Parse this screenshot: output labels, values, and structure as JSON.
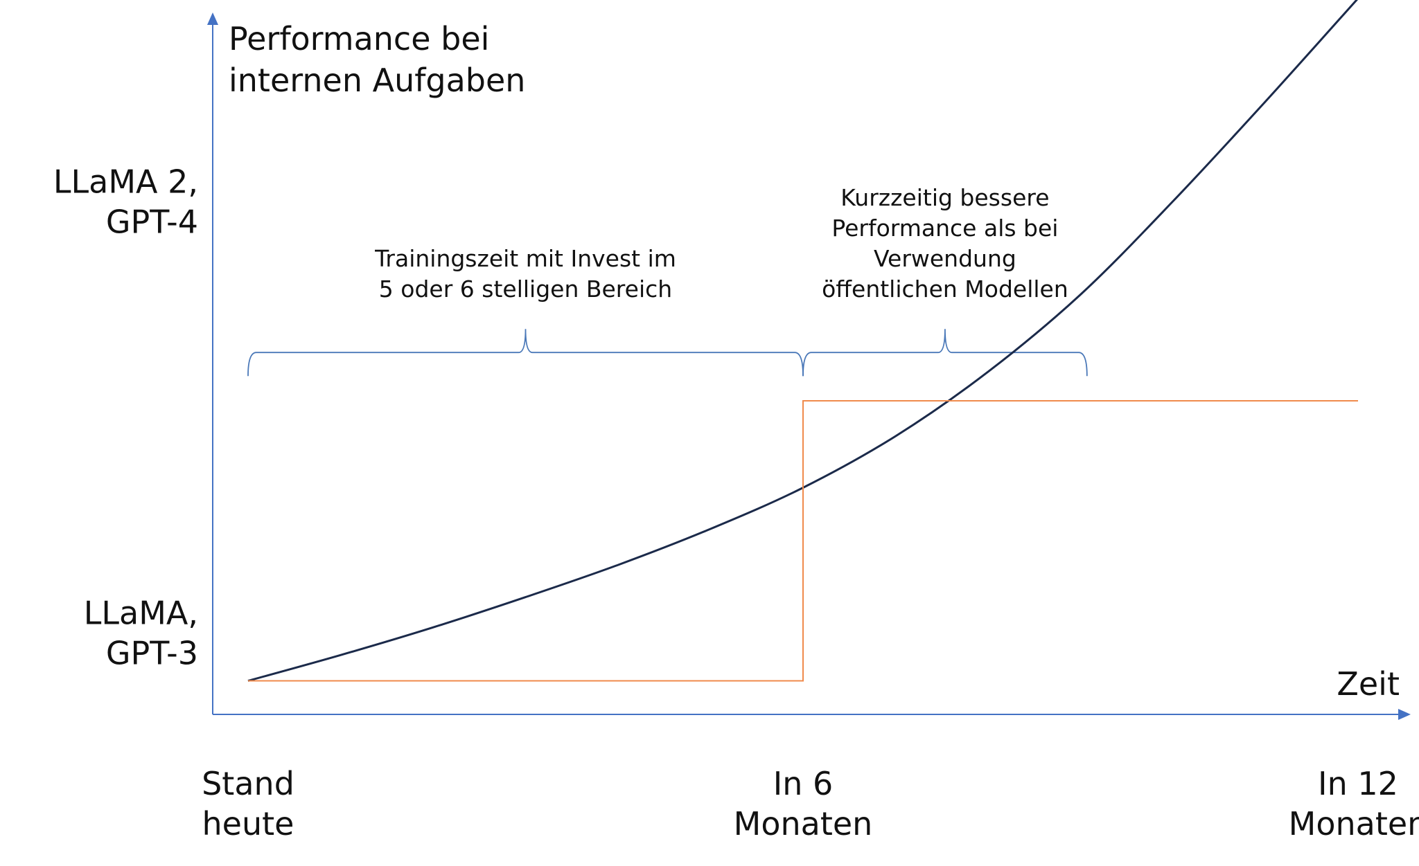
{
  "chart_data": {
    "type": "line",
    "ylabel": [
      "Performance bei",
      "internen Aufgaben"
    ],
    "xlabel": "Zeit",
    "xlim": [
      0,
      12
    ],
    "ylim": [
      0,
      10
    ],
    "x_ticks": [
      {
        "x": 0,
        "lines": [
          "Stand",
          "heute"
        ]
      },
      {
        "x": 6,
        "lines": [
          "In 6",
          "Monaten"
        ]
      },
      {
        "x": 12,
        "lines": [
          "In 12",
          "Monaten"
        ]
      }
    ],
    "y_ticks": [
      {
        "y": 0.5,
        "lines": [
          "LLaMA,",
          "GPT-3"
        ]
      },
      {
        "y": 7.2,
        "lines": [
          "LLaMA 2,",
          "GPT-4"
        ]
      }
    ],
    "series": [
      {
        "color": "#1b2a4a",
        "x": [
          0,
          1,
          2,
          3,
          4,
          5,
          6,
          7,
          8,
          9,
          10,
          11,
          12
        ],
        "y": [
          0.5,
          0.9,
          1.33,
          1.8,
          2.3,
          2.86,
          3.5,
          4.3,
          5.3,
          6.5,
          7.95,
          9.5,
          11.1
        ]
      },
      {
        "color": "#f08a4b",
        "x": [
          0,
          6,
          6,
          12
        ],
        "y": [
          0.5,
          0.5,
          4.85,
          4.85
        ]
      }
    ],
    "braces": [
      {
        "x_start": 0,
        "x_end": 6,
        "y": 5.6,
        "lines": [
          "Trainingszeit mit Invest im",
          "5 oder 6 stelligen Bereich"
        ]
      },
      {
        "x_start": 6,
        "x_end": 9.07,
        "y": 5.6,
        "lines": [
          "Kurzzeitig bessere",
          "Performance als bei",
          "Verwendung",
          "öffentlichen Modellen"
        ]
      }
    ],
    "colors": {
      "axis": "#4472c4",
      "brace": "#4a78b8"
    }
  }
}
